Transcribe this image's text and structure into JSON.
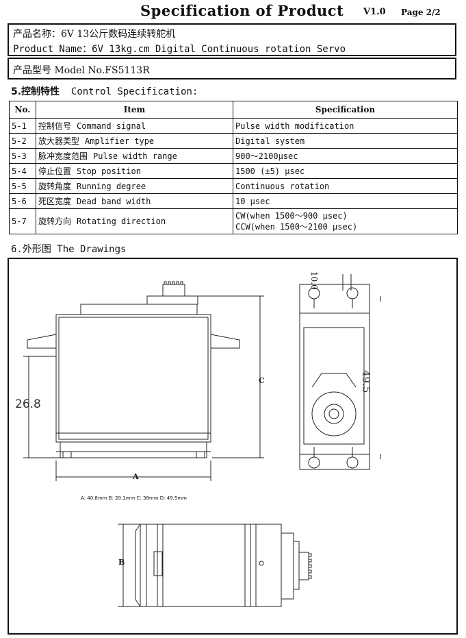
{
  "header": {
    "title": "Specification of Product",
    "version": "V1.0",
    "page": "Page 2/2"
  },
  "product": {
    "name_zh": "产品名称：6V 13公斤数码连续转舵机",
    "name_en": "Product Name：6V 13kg.cm Digital Continuous rotation Servo",
    "model": "产品型号 Model No.FS5113R"
  },
  "section5": {
    "title_zh": "5.控制特性",
    "title_en": "Control Specification:",
    "columns": [
      "No.",
      "Item",
      "Specification"
    ],
    "rows": [
      {
        "no": "5-1",
        "item_zh": "控制信号",
        "item_en": "Command signal",
        "spec": "Pulse width modification"
      },
      {
        "no": "5-2",
        "item_zh": "放大器类型",
        "item_en": "Amplifier type",
        "spec": "Digital system"
      },
      {
        "no": "5-3",
        "item_zh": "脉冲宽度范围",
        "item_en": "Pulse width range",
        "spec": "900～2100μsec"
      },
      {
        "no": "5-4",
        "item_zh": "停止位置",
        "item_en": "Stop position",
        "spec": "1500 (±5)  μsec"
      },
      {
        "no": "5-5",
        "item_zh": "旋转角度",
        "item_en": "Running degree",
        "spec": "Continuous rotation"
      },
      {
        "no": "5-6",
        "item_zh": "死区宽度",
        "item_en": "Dead band width",
        "spec": "10 μsec"
      },
      {
        "no": "5-7",
        "item_zh": "旋转方向",
        "item_en": "Rotating direction",
        "spec": "CW(when 1500～900 μsec)",
        "spec2": "CCW(when 1500～2100 μsec)"
      }
    ]
  },
  "section6": {
    "title": "6.外形图 The Drawings",
    "labels": {
      "a": "A",
      "b": "B",
      "c": "C",
      "height": "26.8",
      "hole": "10.0",
      "length": "49.5"
    },
    "dimensions": "A: 40.8mm B: 20.1mm C: 38mm D: 49.5mm"
  }
}
